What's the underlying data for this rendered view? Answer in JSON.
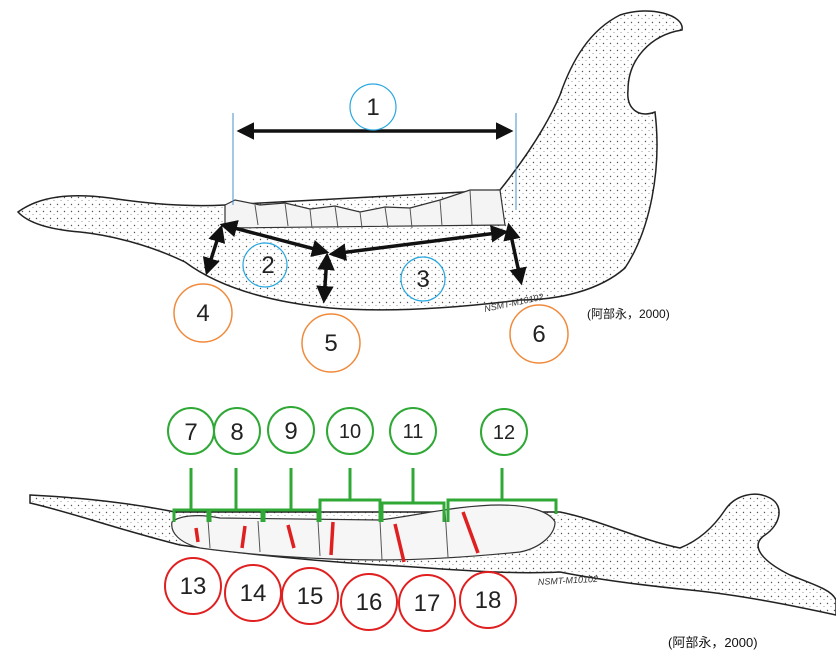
{
  "top_figure": {
    "measurement_labels": [
      "1",
      "2",
      "3",
      "4",
      "5",
      "6"
    ],
    "citation": "(阿部永，2000)",
    "specimen_label": "NSMT-M10102"
  },
  "bottom_figure": {
    "tooth_length_labels": [
      "7",
      "8",
      "9",
      "10",
      "11",
      "12"
    ],
    "tooth_width_labels": [
      "13",
      "14",
      "15",
      "16",
      "17",
      "18"
    ],
    "citation": "(阿部永，2000)",
    "specimen_label": "NSMT-M10102"
  },
  "colors": {
    "blue_circle": "#29a8e0",
    "orange_circle": "#f08a3c",
    "green": "#2fa836",
    "red": "#e02020",
    "arrow": "#111111"
  }
}
